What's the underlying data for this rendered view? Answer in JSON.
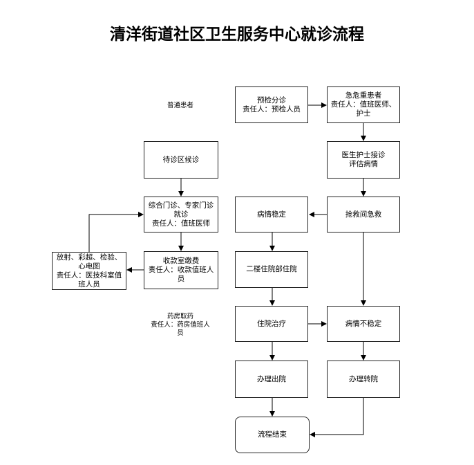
{
  "title": "清洋街道社区卫生服务中心就诊流程",
  "labels": {
    "normal_patient": "普通患者",
    "pharmacy": "药房取药\n责任人：药房值班人\n员"
  },
  "nodes": {
    "triage": "预检分诊\n责任人：预检人员",
    "emergency": "急危重患者\n责任人：值班医师、\n护士",
    "assess": "医生护士接诊\n评估病情",
    "rescue": "抢救间急救",
    "waiting": "待诊区候诊",
    "clinic": "综合门诊、专家门诊\n就诊\n责任人：值班医师",
    "cashier": "收款室缴费\n责任人：收款值班人\n员",
    "exams": "放射、彩超、检验、\n心电图\n责任人：医技科室值\n班人员",
    "stable": "病情稳定",
    "inpatient_dept": "二楼住院部住院",
    "hospital_treat": "住院治疗",
    "unstable": "病情不稳定",
    "discharge": "办理出院",
    "transfer": "办理转院",
    "end": "流程结束"
  }
}
